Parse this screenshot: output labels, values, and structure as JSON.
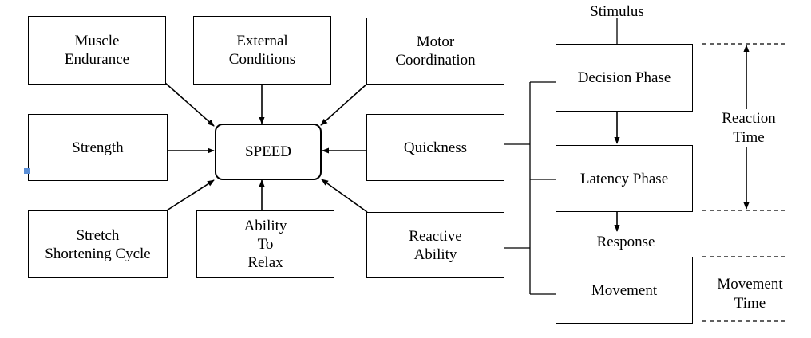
{
  "diagram": {
    "center": "SPEED",
    "factors": {
      "muscle_endurance": "Muscle\nEndurance",
      "external_conditions": "External\nConditions",
      "motor_coordination": "Motor\nCoordination",
      "strength": "Strength",
      "quickness": "Quickness",
      "stretch_shortening": "Stretch\nShortening Cycle",
      "ability_to_relax": "Ability\nTo\nRelax",
      "reactive_ability": "Reactive\nAbility"
    },
    "phases": {
      "stimulus": "Stimulus",
      "decision": "Decision Phase",
      "latency": "Latency Phase",
      "response": "Response",
      "movement": "Movement"
    },
    "time_labels": {
      "reaction": "Reaction\nTime",
      "movement": "Movement\nTime"
    }
  }
}
